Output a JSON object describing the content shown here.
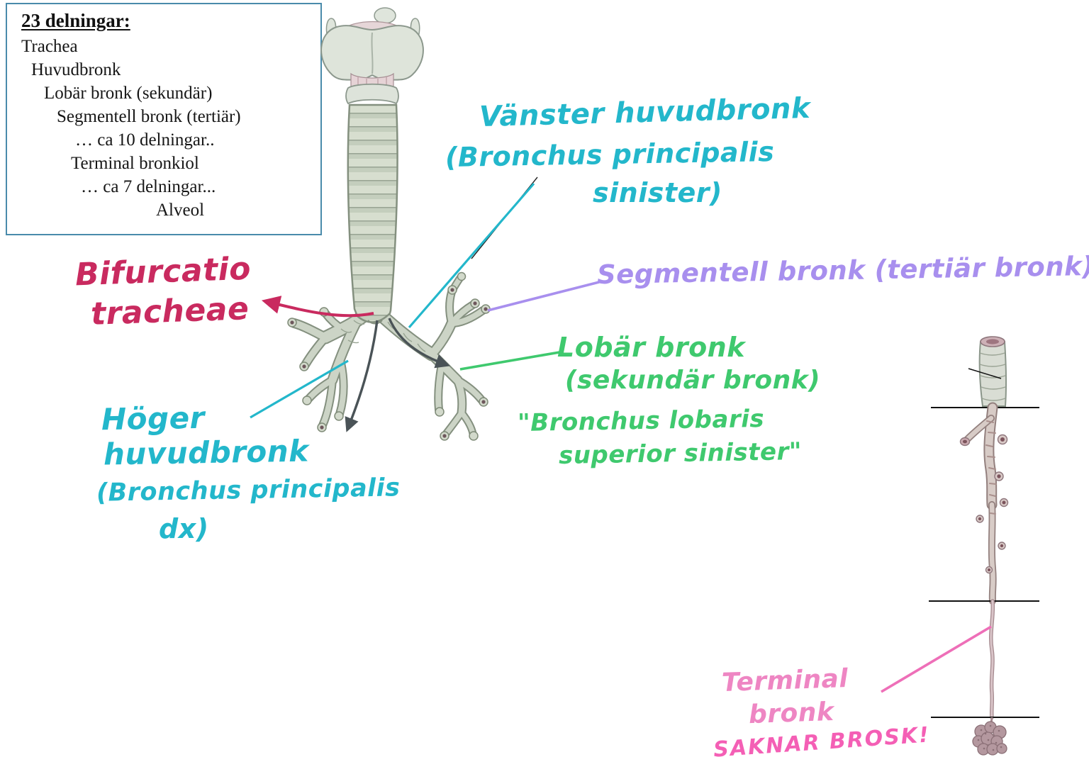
{
  "info_box": {
    "title": "23 delningar:",
    "border_color": "#4a8bab",
    "lines": [
      "Trachea",
      "Huvudbronk",
      "Lobär bronk (sekundär)",
      "Segmentell bronk (tertiär)",
      "… ca 10 delningar..",
      "Terminal bronkiol",
      "… ca 7 delningar...",
      "Alveol"
    ]
  },
  "annotations": {
    "vanster_huvudbronk": {
      "color": "#23b7cb",
      "lines": [
        "Vänster huvudbronk",
        "(Bronchus principalis",
        "sinister)"
      ]
    },
    "segmentell_bronk": {
      "color": "#a88fee",
      "lines": [
        "Segmentell bronk (tertiär bronk)"
      ]
    },
    "bifurcatio": {
      "color": "#c92a5f",
      "lines": [
        "Bifurcatio",
        "tracheae"
      ]
    },
    "lobar_bronk": {
      "color": "#3fc96e",
      "lines": [
        "Lobär bronk",
        "(sekundär bronk)"
      ]
    },
    "lobar_bronk_latin": {
      "color": "#3fc96e",
      "lines": [
        "\"Bronchus lobaris",
        "superior sinister\""
      ]
    },
    "hoger_huvudbronk": {
      "color": "#23b7cb",
      "lines": [
        "Höger",
        "huvudbronk",
        "(Bronchus principalis",
        "dx)"
      ]
    },
    "terminal_bronk": {
      "color": "#ee86c3",
      "lines": [
        "Terminal",
        "bronk"
      ]
    },
    "saknar_brosk": {
      "color": "#f45fb5",
      "lines": [
        "SAKNAR BROSK!"
      ]
    }
  },
  "illustrations": {
    "trachea": "trachea-and-bronchial-tree-illustration",
    "bronchiole": "terminal-bronchiole-with-alveoli-illustration",
    "cartilage_color": "#d7decf",
    "membrane_color": "#e6d6d8",
    "bronchiole_color": "#d7cbc6",
    "alveoli_color": "#b4989f"
  }
}
